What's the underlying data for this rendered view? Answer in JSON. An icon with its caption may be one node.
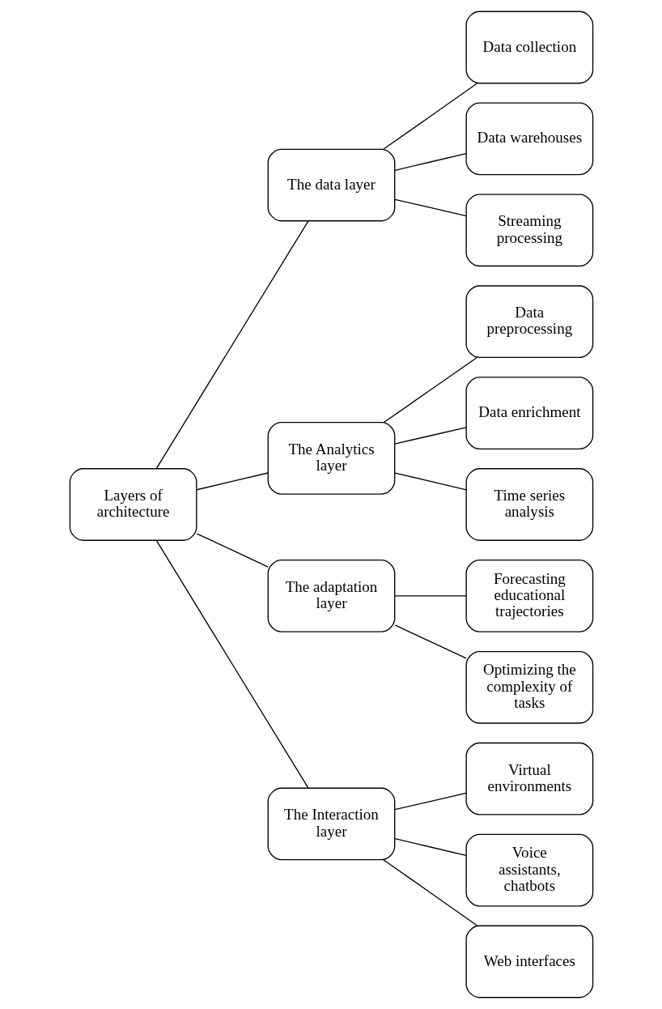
{
  "diagram": {
    "nodes": [
      {
        "text": [
          "Layers of architecture"
        ]
      },
      {
        "text": [
          "The data layer"
        ]
      },
      {
        "text": [
          "Data collection"
        ]
      },
      {
        "text": [
          "Data warehouses"
        ]
      },
      {
        "text": [
          "Streaming processing"
        ]
      },
      {
        "text": [
          "The Analytics layer"
        ]
      },
      {
        "text": [
          "Data preprocessing"
        ]
      },
      {
        "text": [
          "Data enrichment"
        ]
      },
      {
        "text": [
          "Time series analysis"
        ]
      },
      {
        "text": [
          "The adaptation layer"
        ]
      },
      {
        "text": [
          "Forecasting educational trajectories"
        ]
      },
      {
        "text": [
          "Optimizing the complexity of tasks"
        ]
      },
      {
        "text": [
          "The Interaction layer"
        ]
      },
      {
        "text": [
          "Virtual environments"
        ]
      },
      {
        "text": [
          "Voice assistants, chatbots"
        ]
      },
      {
        "text": [
          "Web interfaces"
        ]
      }
    ],
    "edges": [
      {
        "from": 0,
        "to": 1,
        "arrow": "none"
      },
      {
        "from": 0,
        "to": 5,
        "arrow": "none"
      },
      {
        "from": 0,
        "to": 9,
        "arrow": "none"
      },
      {
        "from": 0,
        "to": 12,
        "arrow": "none"
      },
      {
        "from": 1,
        "to": 2,
        "arrow": "none"
      },
      {
        "from": 1,
        "to": 3,
        "arrow": "none"
      },
      {
        "from": 1,
        "to": 4,
        "arrow": "none"
      },
      {
        "from": 5,
        "to": 6,
        "arrow": "none"
      },
      {
        "from": 5,
        "to": 7,
        "arrow": "none"
      },
      {
        "from": 5,
        "to": 8,
        "arrow": "none"
      },
      {
        "from": 9,
        "to": 10,
        "arrow": "none"
      },
      {
        "from": 9,
        "to": 11,
        "arrow": "none"
      },
      {
        "from": 12,
        "to": 13,
        "arrow": "none"
      },
      {
        "from": 12,
        "to": 14,
        "arrow": "none"
      },
      {
        "from": 12,
        "to": 15,
        "arrow": "none"
      }
    ]
  }
}
